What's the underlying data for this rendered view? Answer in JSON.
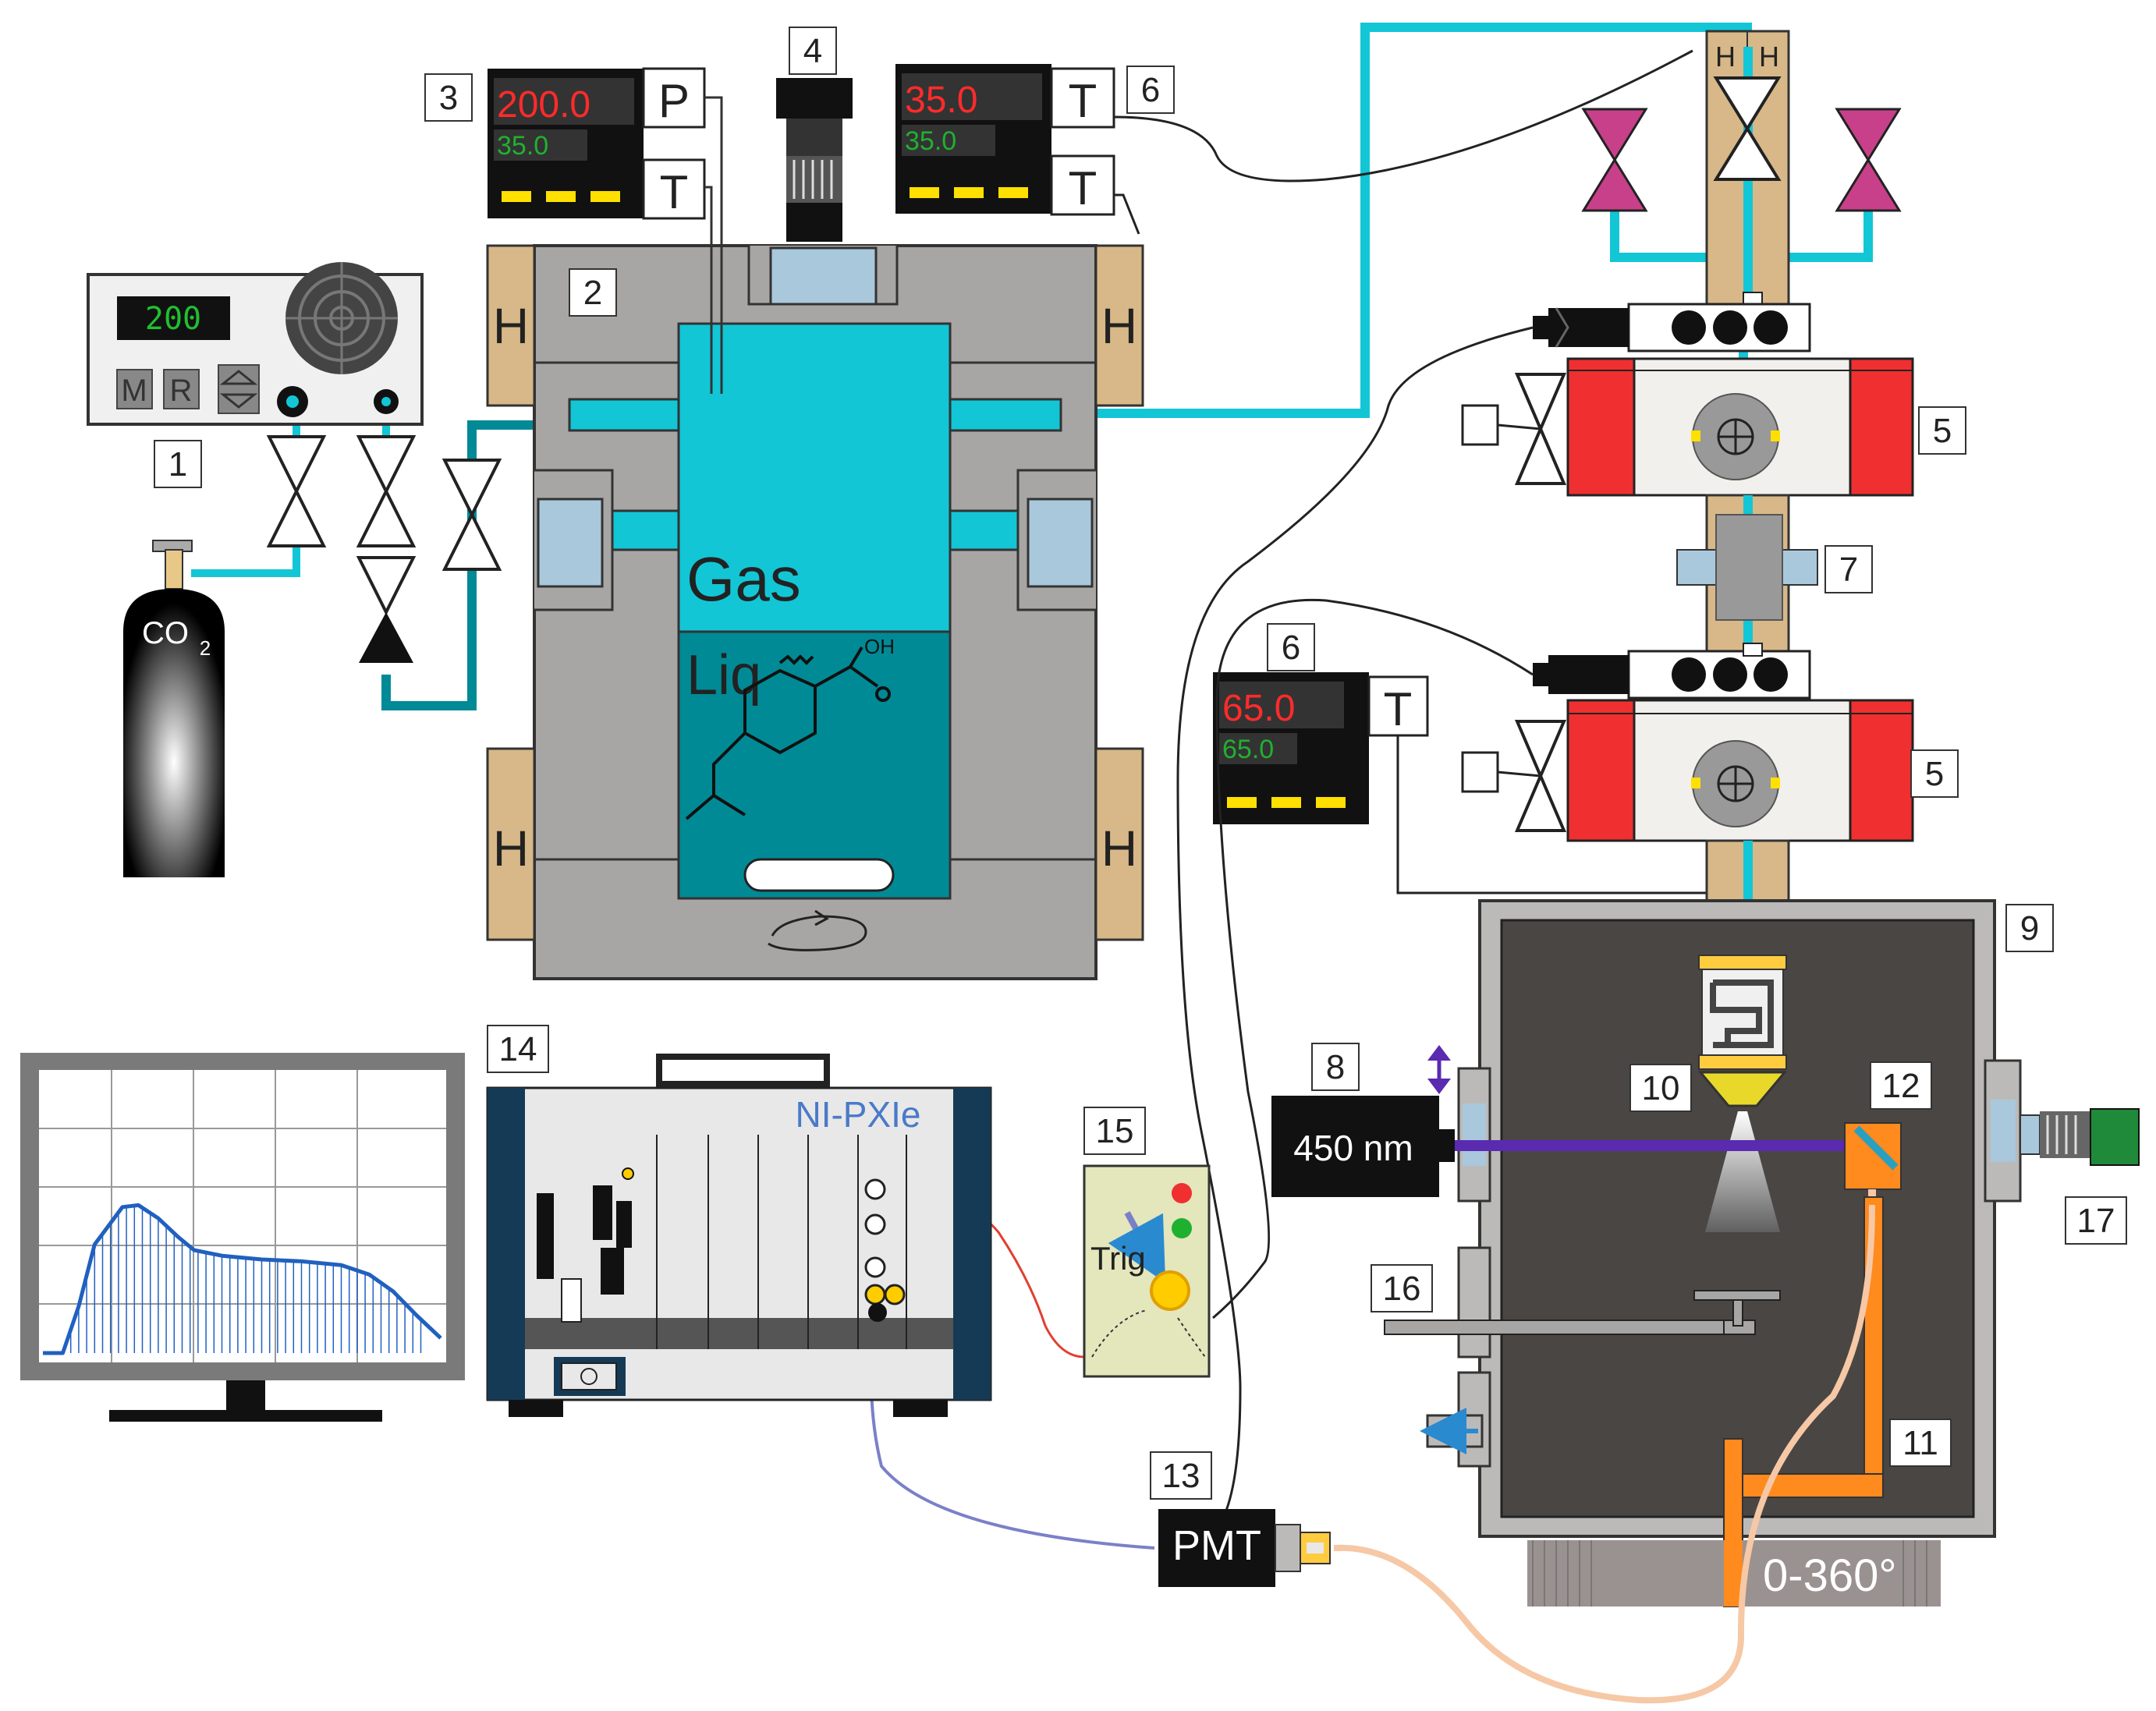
{
  "colors": {
    "steel": "#a8a6a4",
    "steel_dark": "#4a4644",
    "heater": "#d8b888",
    "fluid": "#12c6d6",
    "liquid": "#008a96",
    "window": "#a9c8dc",
    "valve_pink": "#c8408a",
    "red_block": "#f03030",
    "laser_beam": "#5a2ab0",
    "fiber": "#f6c8a6",
    "arm": "#ff8a1e",
    "display_red": "#ff2b2b",
    "display_green": "#20b030",
    "display_yellow": "#ffe000",
    "nipxie_blue": "#4a7ac8",
    "chassis_dark": "#153a56",
    "monitor": "#7a7a7a",
    "trig_panel": "#e4e6bc",
    "plot_line": "#2060c0"
  },
  "icons": [
    "co2-cylinder-icon",
    "valve-icon",
    "check-valve-icon",
    "heater-icon",
    "pressure-gauge-icon",
    "spray-nozzle-icon",
    "laser-icon",
    "mirror-icon",
    "camera-icon",
    "monitor-icon",
    "stir-bar-icon",
    "rotation-arrow-icon"
  ],
  "pump": {
    "display": "200",
    "buttons": [
      "M",
      "R"
    ]
  },
  "cylinder": {
    "label": "CO",
    "subscript": "2"
  },
  "vessel": {
    "heater_label": "H",
    "gas_label": "Gas",
    "liq_label": "Liq"
  },
  "controller_3": {
    "setpoint": "200.0",
    "actual": "35.0",
    "p_label": "P",
    "t_label": "T"
  },
  "controller_6a": {
    "setpoint": "35.0",
    "actual": "35.0",
    "t_label": "T"
  },
  "controller_6b": {
    "setpoint": "65.0",
    "actual": "65.0",
    "t_label": "T"
  },
  "valve_block": {
    "h_label_1": "H",
    "h_label_2": "H"
  },
  "laser": {
    "label": "450 nm"
  },
  "pmt": {
    "label": "PMT"
  },
  "nipxie": {
    "label": "NI-PXIe"
  },
  "trigger": {
    "label": "Trig"
  },
  "rotation": {
    "label": "0-360°"
  },
  "numbers": {
    "n1": "1",
    "n2": "2",
    "n3": "3",
    "n4": "4",
    "n5a": "5",
    "n5b": "5",
    "n6a": "6",
    "n6b": "6",
    "n7": "7",
    "n8": "8",
    "n9": "9",
    "n10": "10",
    "n11": "11",
    "n12": "12",
    "n13": "13",
    "n14": "14",
    "n15": "15",
    "n16": "16",
    "n17": "17"
  },
  "monitor_plot": {
    "curve": [
      [
        0,
        0
      ],
      [
        0.05,
        0
      ],
      [
        0.09,
        0.25
      ],
      [
        0.13,
        0.58
      ],
      [
        0.2,
        0.78
      ],
      [
        0.24,
        0.79
      ],
      [
        0.29,
        0.72
      ],
      [
        0.34,
        0.62
      ],
      [
        0.38,
        0.55
      ],
      [
        0.45,
        0.52
      ],
      [
        0.55,
        0.5
      ],
      [
        0.65,
        0.49
      ],
      [
        0.75,
        0.47
      ],
      [
        0.82,
        0.42
      ],
      [
        0.88,
        0.33
      ],
      [
        0.94,
        0.2
      ],
      [
        1.0,
        0.08
      ]
    ]
  }
}
